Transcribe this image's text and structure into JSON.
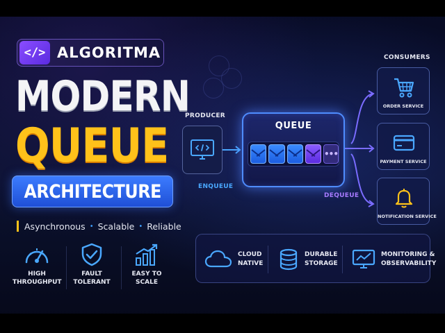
{
  "brand": {
    "logo_glyph": "</>",
    "name": "ALGORITMA"
  },
  "headline": {
    "line1": "MODERN",
    "line2": "QUEUE",
    "line3": "ARCHITECTURE"
  },
  "tagline": {
    "items": [
      "Asynchronous",
      "Scalable",
      "Reliable"
    ],
    "separator": "•"
  },
  "features": [
    {
      "label": "HIGH\nTHROUGHPUT",
      "icon": "speedometer-icon"
    },
    {
      "label": "FAULT\nTOLERANT",
      "icon": "shield-check-icon"
    },
    {
      "label": "EASY TO\nSCALE",
      "icon": "bar-chart-up-icon"
    }
  ],
  "diagram": {
    "producer_label": "PRODUCER",
    "producer_icon": "monitor-code-icon",
    "enqueue_label": "ENQUEUE",
    "queue_label": "QUEUE",
    "dequeue_label": "DEQUEUE",
    "queue_more": "•••",
    "consumers_label": "CONSUMERS",
    "consumers": [
      {
        "label": "ORDER SERVICE",
        "icon": "cart-icon"
      },
      {
        "label": "PAYMENT SERVICE",
        "icon": "credit-card-icon"
      },
      {
        "label": "NOTIFICATION SERVICE",
        "icon": "bell-icon"
      }
    ]
  },
  "capabilities": [
    {
      "label": "CLOUD\nNATIVE",
      "icon": "cloud-icon"
    },
    {
      "label": "DURABLE\nSTORAGE",
      "icon": "database-icon"
    },
    {
      "label": "MONITORING &\nOBSERVABILITY",
      "icon": "monitor-chart-icon"
    }
  ],
  "colors": {
    "accent_yellow": "#ffc21a",
    "accent_blue": "#3c7cff",
    "accent_purple": "#8a4dff",
    "cyan": "#4aa8ff"
  }
}
